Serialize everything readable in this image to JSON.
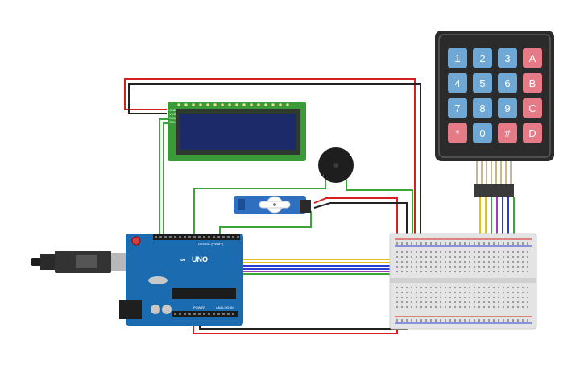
{
  "keypad": {
    "keys": [
      "1",
      "2",
      "3",
      "A",
      "4",
      "5",
      "6",
      "B",
      "7",
      "8",
      "9",
      "C",
      "*",
      "0",
      "#",
      "D"
    ],
    "colors": {
      "digit": "#6fa8d4",
      "letter": "#e57b86",
      "body": "#2b2b2b"
    }
  },
  "lcd": {
    "pin_labels": [
      "GND",
      "VCC",
      "SDA",
      "SCL"
    ],
    "colors": {
      "board": "#3a9a3a",
      "screen": "#1c2a6a"
    }
  },
  "buzzer": {
    "plus_label": "+",
    "minus_label": "-"
  },
  "arduino": {
    "logo_text": "UNO",
    "header_digital": "DIGITAL (PWM~)",
    "header_power": "POWER",
    "header_analog": "ANALOG IN",
    "color": "#1a6bb0"
  },
  "wire_colors": {
    "red": "#d62020",
    "black": "#222222",
    "green": "#3aa63a",
    "yellow": "#e0c020",
    "blue": "#2a3fd0",
    "purple": "#9a3fc0"
  }
}
